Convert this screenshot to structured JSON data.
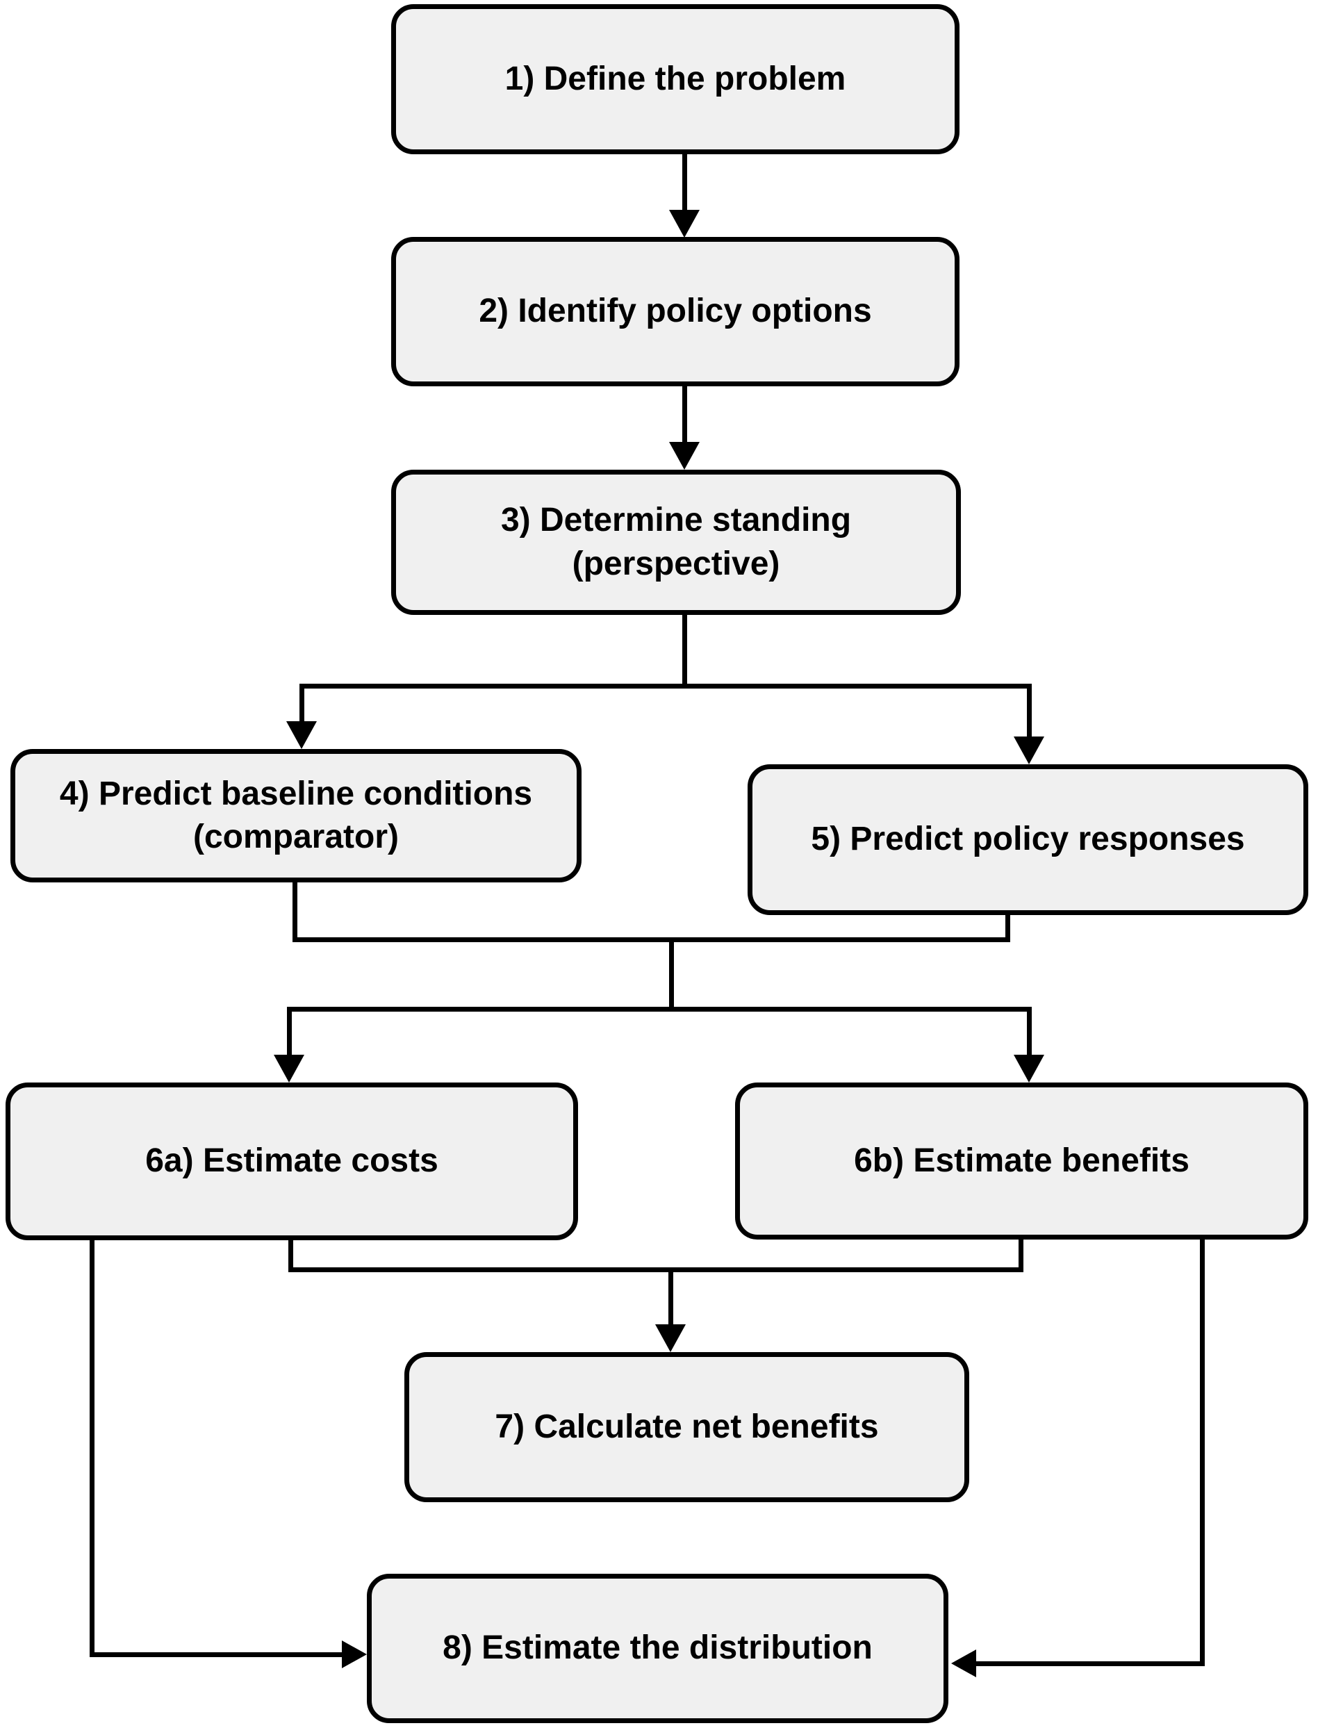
{
  "figure": {
    "type": "flowchart",
    "background_color": "#ffffff",
    "box_fill_color": "#f0f0f0",
    "box_border_color": "#000000",
    "connector_color": "#000000",
    "text_color": "#000000"
  },
  "nodes": {
    "n1": {
      "label": "1) Define the problem"
    },
    "n2": {
      "label": "2) Identify policy options"
    },
    "n3": {
      "line1": "3) Determine standing",
      "line2": "(perspective)"
    },
    "n4": {
      "line1": "4) Predict baseline conditions",
      "line2": "(comparator)"
    },
    "n5": {
      "label": "5) Predict policy responses"
    },
    "n6a": {
      "label": "6a) Estimate costs"
    },
    "n6b": {
      "label": "6b) Estimate benefits"
    },
    "n7": {
      "label": "7) Calculate net benefits"
    },
    "n8": {
      "label": "8) Estimate the distribution"
    }
  },
  "edges": [
    {
      "from": "1",
      "to": "2"
    },
    {
      "from": "2",
      "to": "3"
    },
    {
      "from": "3",
      "to": "4"
    },
    {
      "from": "3",
      "to": "5"
    },
    {
      "from": "4",
      "to": "merge-1"
    },
    {
      "from": "5",
      "to": "merge-1"
    },
    {
      "from": "merge-1",
      "to": "6a"
    },
    {
      "from": "merge-1",
      "to": "6b"
    },
    {
      "from": "6a",
      "to": "merge-2"
    },
    {
      "from": "6b",
      "to": "merge-2"
    },
    {
      "from": "merge-2",
      "to": "7"
    },
    {
      "from": "6a",
      "to": "8"
    },
    {
      "from": "6b",
      "to": "8"
    }
  ]
}
